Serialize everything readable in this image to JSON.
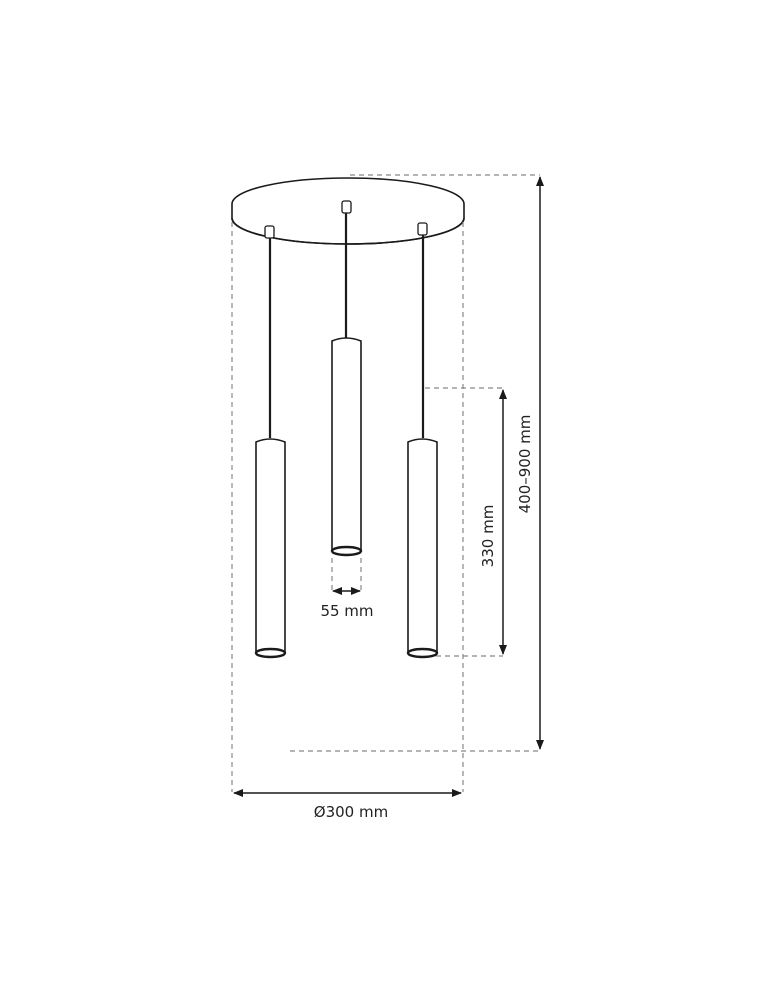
{
  "diagram": {
    "subject": "3-light round canopy pendant lamp technical drawing",
    "colors": {
      "line": "#1a1a1a",
      "dashed": "#888888",
      "text": "#222222",
      "background": "#ffffff"
    },
    "dimensions": {
      "canopy_diameter": "Ø300 mm",
      "tube_diameter": "55 mm",
      "tube_length": "330 mm",
      "total_height": "400–900 mm"
    },
    "lamps": [
      {
        "name": "left-pendant"
      },
      {
        "name": "center-pendant"
      },
      {
        "name": "right-pendant"
      }
    ]
  }
}
